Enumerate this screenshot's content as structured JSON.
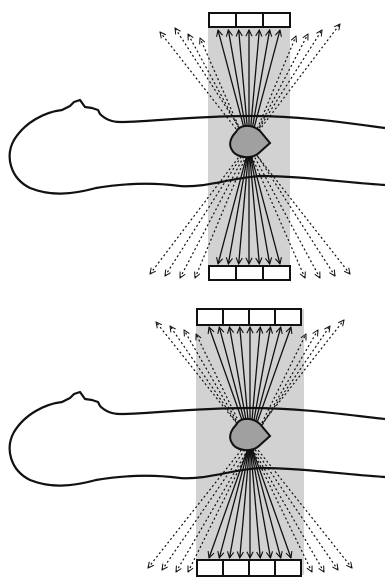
{
  "figure": {
    "panels": [
      {
        "id": "top",
        "detector_elements_per_array": 3,
        "solid_rays": 7,
        "dotted_rays_per_side": 4
      },
      {
        "id": "bottom",
        "detector_elements_per_array": 4,
        "solid_rays": 9,
        "dotted_rays_per_side": 4
      }
    ],
    "colors": {
      "background": "#ffffff",
      "outline": "#111111",
      "field_band": "#d2d2d2",
      "organ_fill": "#a0a0a0"
    }
  }
}
